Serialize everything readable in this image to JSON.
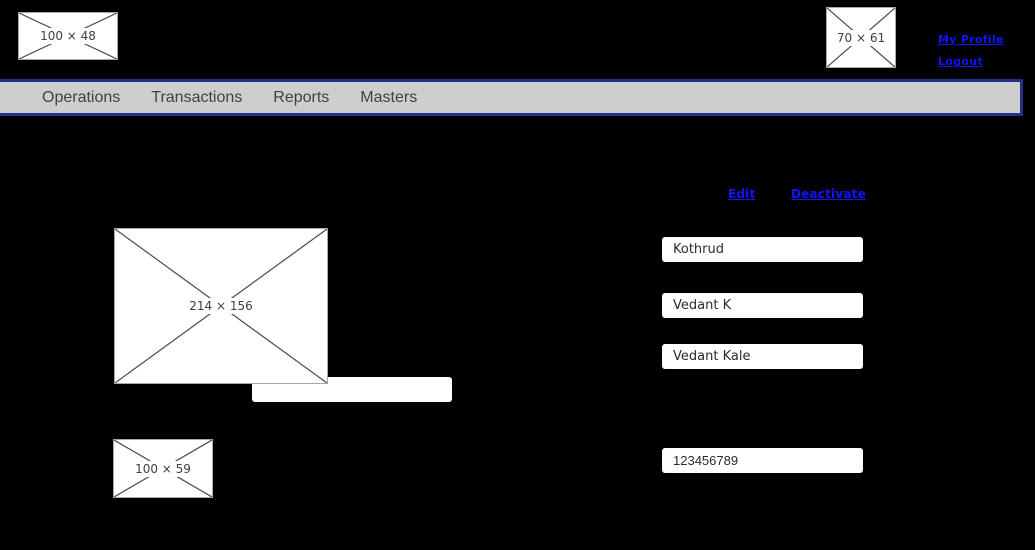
{
  "header": {
    "logo_placeholder": {
      "label": "100 × 48"
    },
    "avatar_placeholder": {
      "label": "70 × 61"
    },
    "links": [
      {
        "label": "My Profile"
      },
      {
        "label": "Logout"
      }
    ],
    "link_color": "#1212ff"
  },
  "navbar": {
    "items": [
      {
        "label": "Operations"
      },
      {
        "label": "Transactions"
      },
      {
        "label": "Reports"
      },
      {
        "label": "Masters"
      }
    ],
    "bg_color": "#cecece",
    "border_color": "#23308d",
    "text_color": "#414141"
  },
  "main": {
    "actions": [
      {
        "label": "Edit"
      },
      {
        "label": "Deactivate"
      }
    ],
    "photo_placeholder": {
      "label": "214 × 156"
    },
    "small_placeholder": {
      "label": "100 × 59"
    },
    "fields": {
      "area": {
        "value": "Kothrud"
      },
      "short_name": {
        "value": "Vedant K"
      },
      "full_name": {
        "value": "Vedant Kale"
      },
      "caption": {
        "value": ""
      },
      "phone": {
        "value": "123456789"
      }
    }
  }
}
